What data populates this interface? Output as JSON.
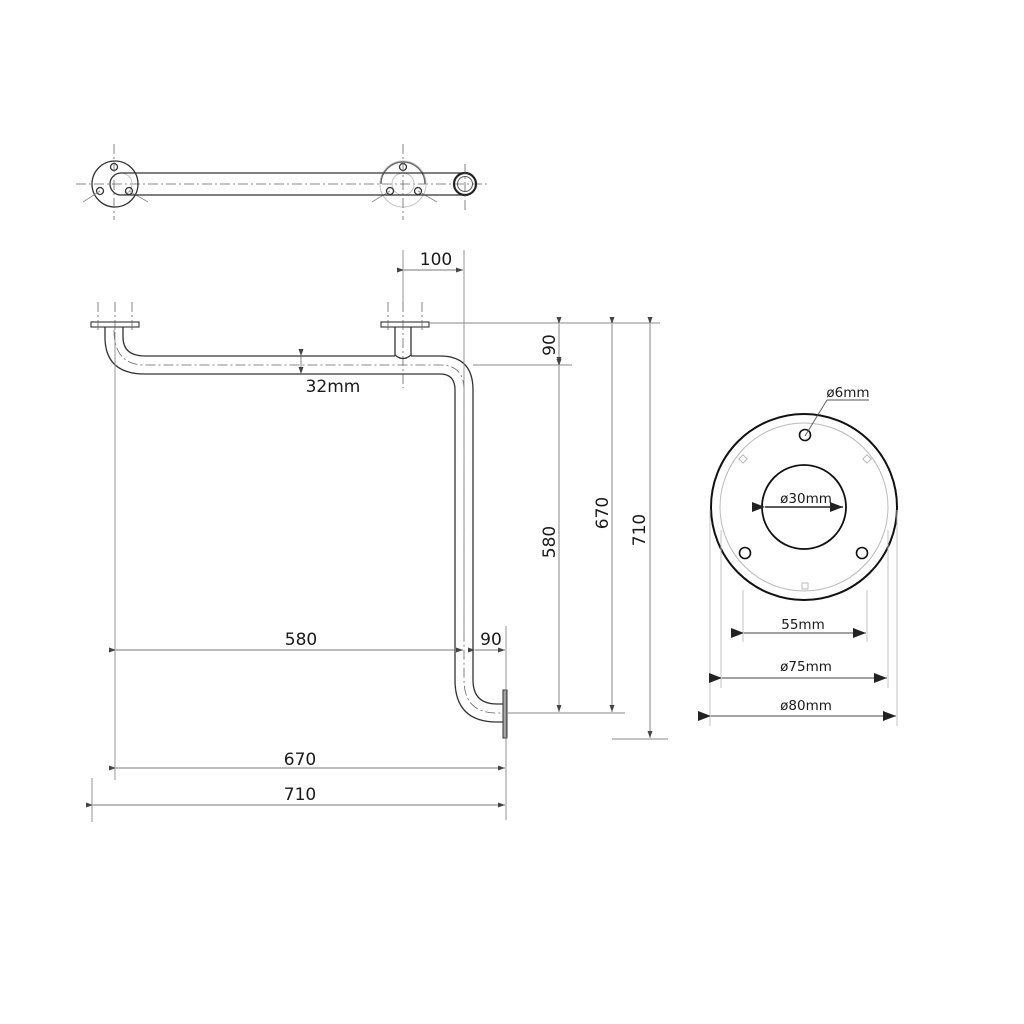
{
  "drawing": {
    "title": "Grab bar technical drawing",
    "views": [
      "top-view",
      "front-view",
      "flange-detail"
    ]
  },
  "front_view": {
    "dims": {
      "top_offset": "100",
      "drop": "90",
      "tube_diameter": "32mm",
      "horizontal_inner": "580",
      "lower_offset": "90",
      "horizontal_mid": "670",
      "horizontal_overall": "710",
      "vertical_inner": "580",
      "vertical_mid": "670",
      "vertical_overall": "710"
    }
  },
  "flange_detail": {
    "labels": {
      "hole": "ø6mm",
      "tube_bore": "ø30mm",
      "hole_spacing": "55mm",
      "inner_diameter": "ø75mm",
      "outer_diameter": "ø80mm"
    }
  },
  "colors": {
    "line": "#222222",
    "dimension": "#777777",
    "background": "#ffffff"
  }
}
